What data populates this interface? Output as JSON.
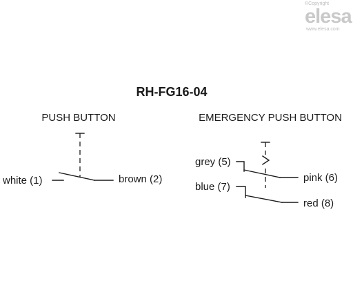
{
  "title": "RH-FG16-04",
  "watermark": {
    "copyright": "©Copyright",
    "brand": "elesa",
    "url": "www.elesa.com",
    "color": "#c9c9c9"
  },
  "push_button": {
    "heading": "PUSH BUTTON",
    "left_terminal": "white (1)",
    "right_terminal": "brown (2)"
  },
  "emergency_push_button": {
    "heading": "EMERGENCY PUSH BUTTON",
    "top_left_terminal": "grey (5)",
    "top_right_terminal": "pink (6)",
    "bottom_left_terminal": "blue (7)",
    "bottom_right_terminal": "red (8)"
  }
}
